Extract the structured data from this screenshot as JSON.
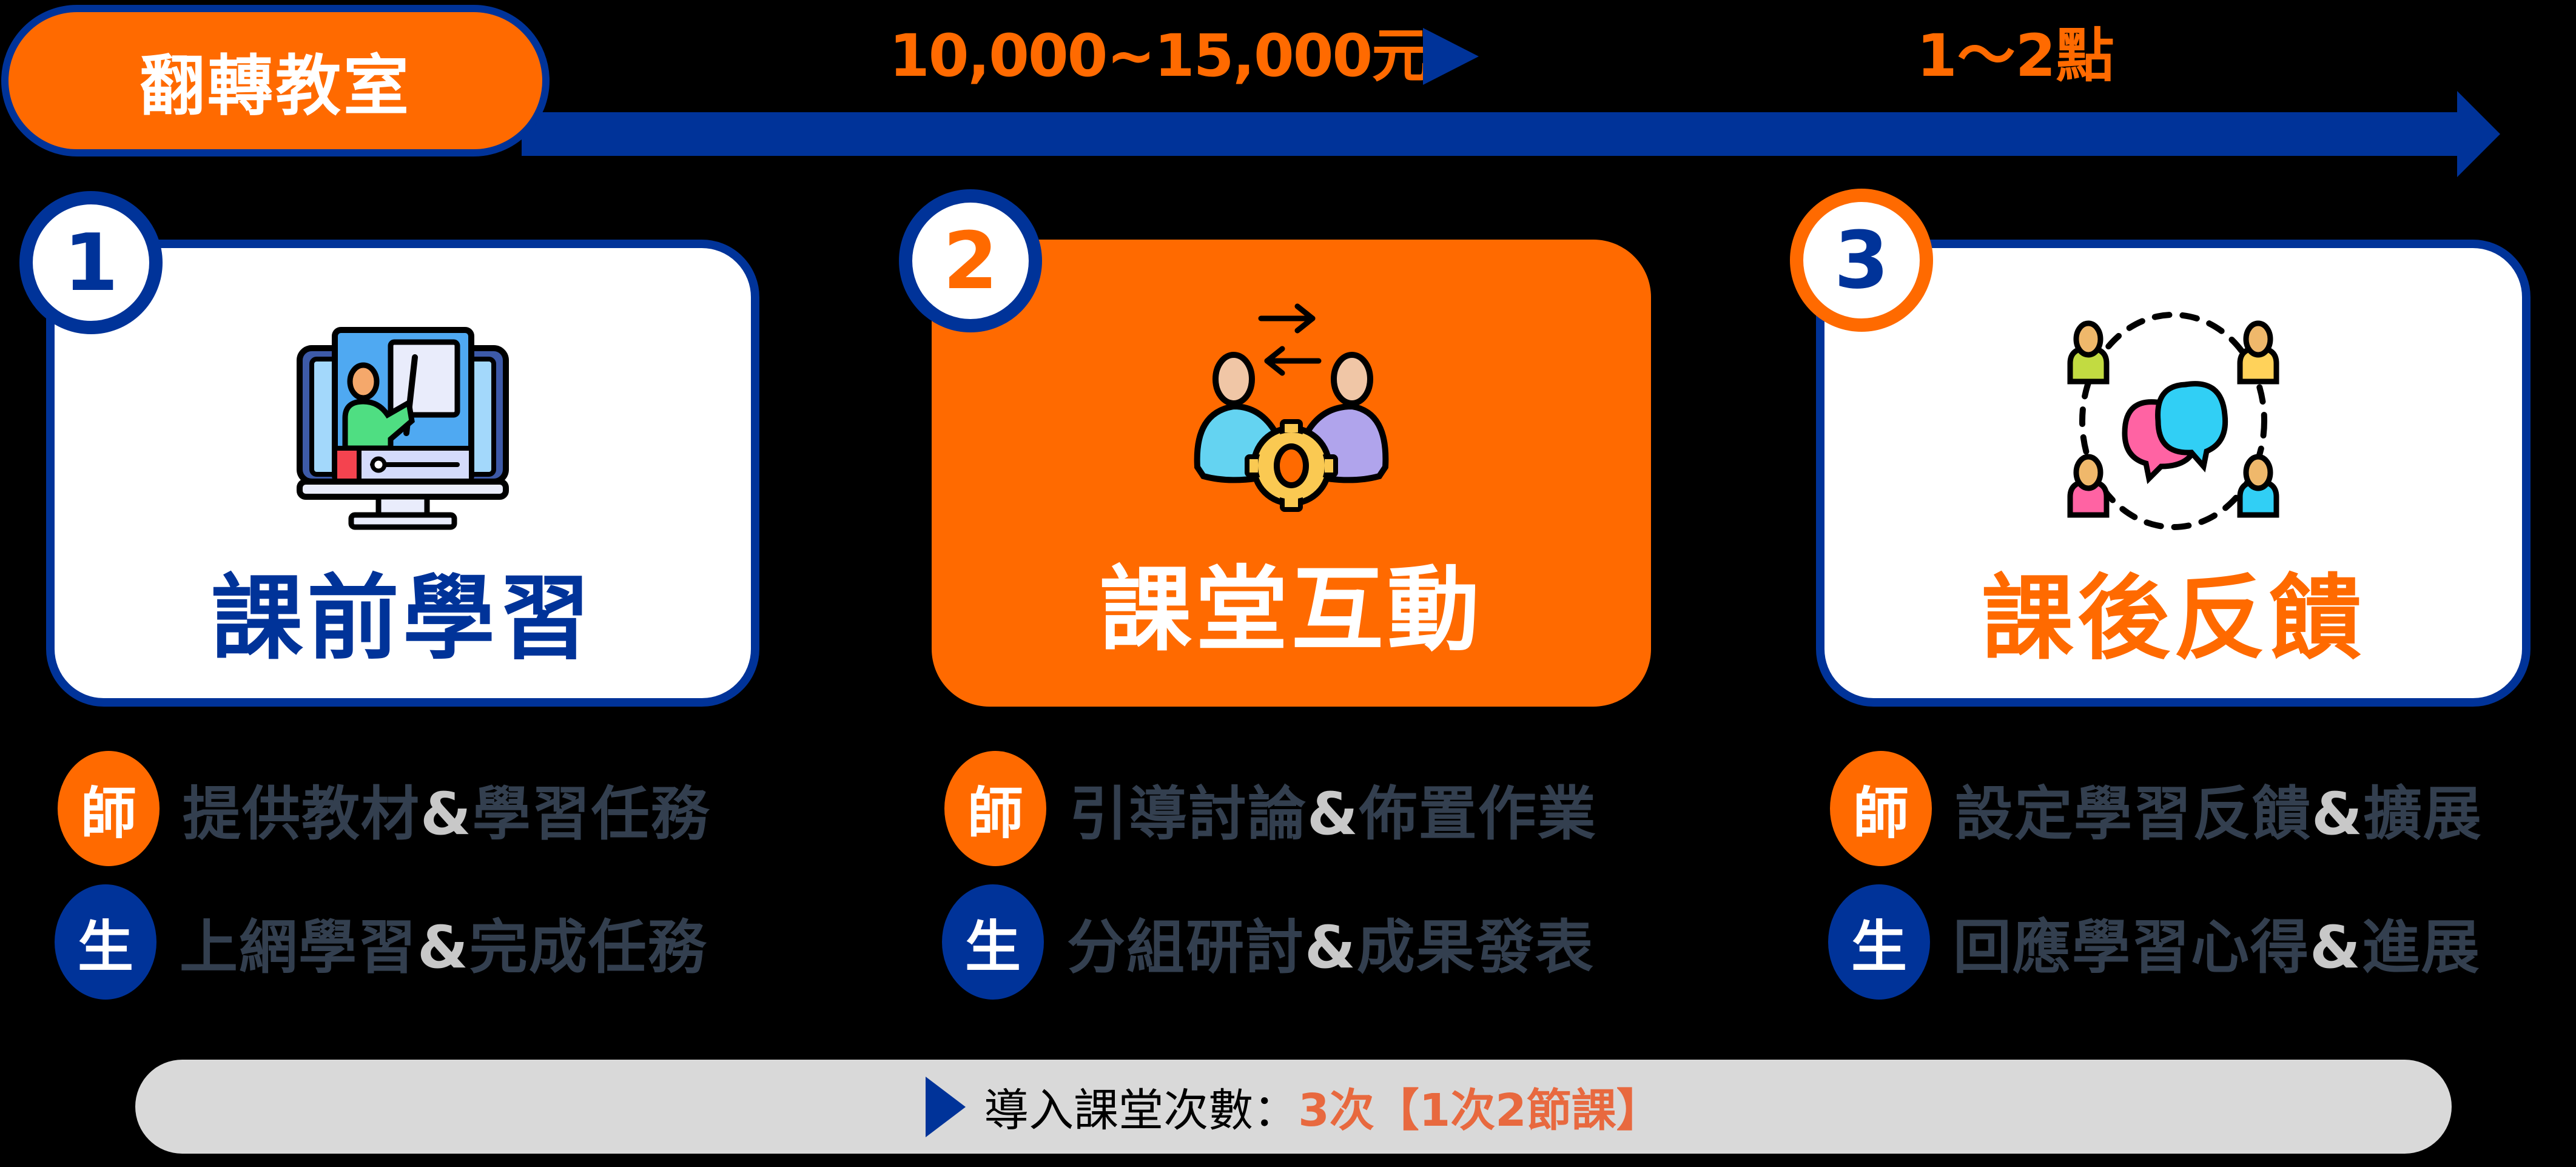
{
  "header": {
    "pill_label": "翻轉教室",
    "price_range": "10,000~15,000元",
    "points_range": "1～2點"
  },
  "cards": [
    {
      "number": "1",
      "title": "課前學習",
      "icon": "online-teaching-monitor-icon",
      "style": "white",
      "title_color": "#003399"
    },
    {
      "number": "2",
      "title": "課堂互動",
      "icon": "collaboration-gear-icon",
      "style": "orange",
      "title_color": "#ffffff"
    },
    {
      "number": "3",
      "title": "課後反饋",
      "icon": "group-discussion-icon",
      "style": "white",
      "title_color": "#ff6a00"
    }
  ],
  "roles": {
    "teacher_label": "師",
    "student_label": "生"
  },
  "columns": [
    {
      "teacher": {
        "a": "提供教材",
        "amp": "&",
        "b": "學習任務"
      },
      "student": {
        "a": "上網學習",
        "amp": "&",
        "b": "完成任務"
      }
    },
    {
      "teacher": {
        "a": "引導討論",
        "amp": "&",
        "b": "佈置作業"
      },
      "student": {
        "a": "分組研討",
        "amp": "&",
        "b": "成果發表"
      }
    },
    {
      "teacher": {
        "a": "設定學習反饋",
        "amp": "&",
        "b": "擴展"
      },
      "student": {
        "a": "回應學習心得",
        "amp": "&",
        "b": "進展"
      }
    }
  ],
  "footer": {
    "label": "導入課堂次數：",
    "value": "3次【1次2節課】"
  },
  "colors": {
    "brand_blue": "#003399",
    "brand_orange": "#ff6a00",
    "text_slate": "#333f4f",
    "footer_bg": "#d9d9d9",
    "footer_accent": "#e8693f"
  }
}
